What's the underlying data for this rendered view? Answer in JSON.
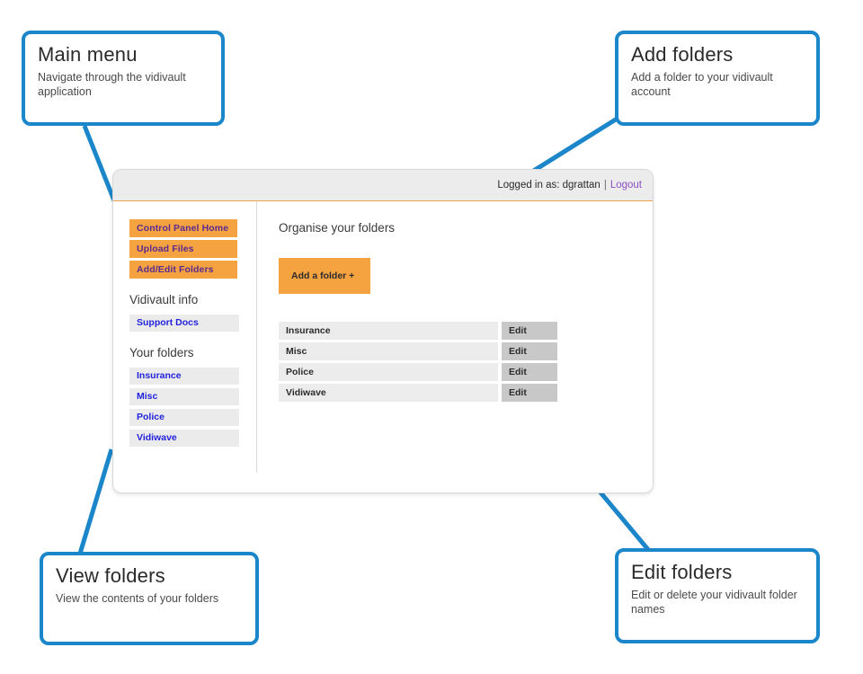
{
  "callouts": [
    {
      "id": "main-menu",
      "title": "Main menu",
      "description": "Navigate through the vidivault application"
    },
    {
      "id": "add-folders",
      "title": "Add folders",
      "description": "Add a folder to your vidivault account"
    },
    {
      "id": "view-folders",
      "title": "View folders",
      "description": "View the contents of your folders"
    },
    {
      "id": "edit-folders",
      "title": "Edit folders",
      "description": "Edit or delete your vidivault folder names"
    }
  ],
  "app": {
    "header": {
      "logged_in_label": "Logged in as: dgrattan",
      "separator": "|",
      "logout_label": "Logout"
    },
    "sidebar": {
      "menu_items": [
        {
          "label": "Control Panel Home"
        },
        {
          "label": "Upload Files"
        },
        {
          "label": "Add/Edit Folders"
        }
      ],
      "info_section": {
        "title": "Vidivault info",
        "items": [
          {
            "label": "Support Docs"
          }
        ]
      },
      "folders_section": {
        "title": "Your folders",
        "items": [
          {
            "label": "Insurance"
          },
          {
            "label": "Misc"
          },
          {
            "label": "Police"
          },
          {
            "label": "Vidiwave"
          }
        ]
      }
    },
    "content": {
      "heading": "Organise your folders",
      "add_button_label": "Add a folder +",
      "folders": [
        {
          "name": "Insurance",
          "action_label": "Edit"
        },
        {
          "name": "Misc",
          "action_label": "Edit"
        },
        {
          "name": "Police",
          "action_label": "Edit"
        },
        {
          "name": "Vidiwave",
          "action_label": "Edit"
        }
      ]
    }
  },
  "colors": {
    "callout_border": "#1b86c9",
    "connector": "#1b86c9",
    "accent_orange": "#f5a241",
    "link_blue": "#2222dd",
    "menu_text_purple": "#5b2b8f",
    "logout_purple": "#8b4fc0"
  }
}
